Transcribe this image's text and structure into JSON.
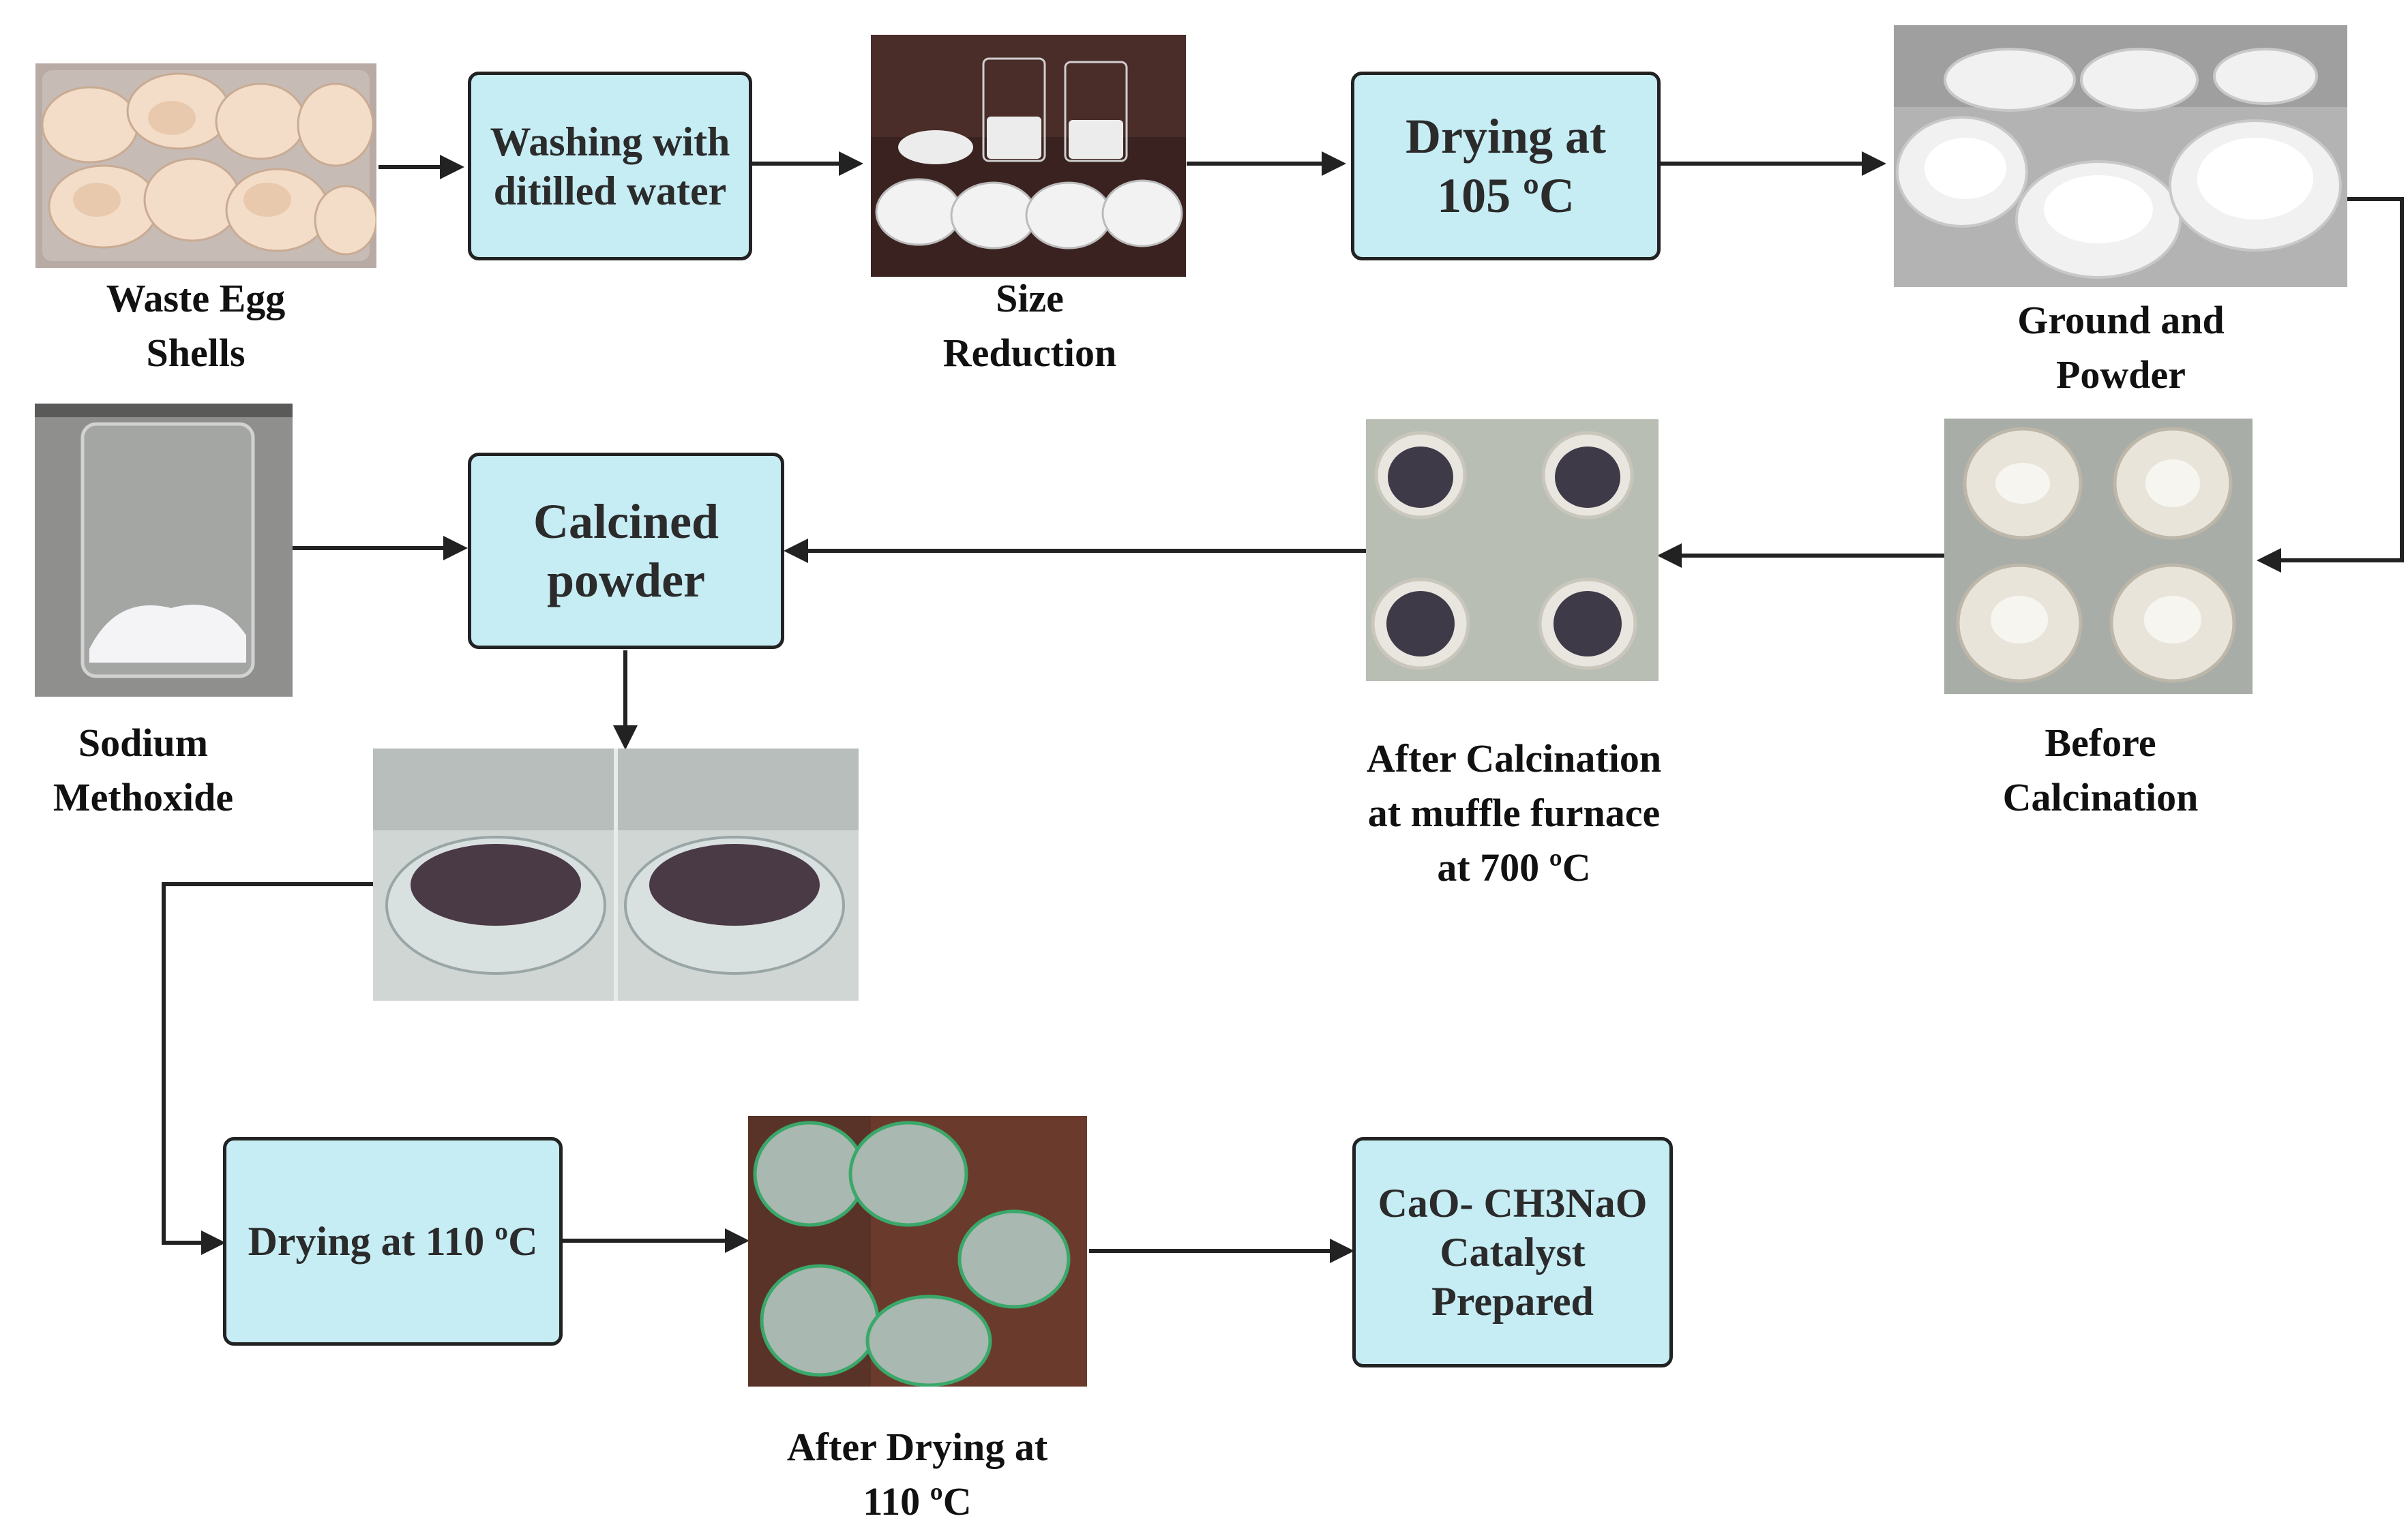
{
  "nodes": {
    "washing": "Washing with ditilled water",
    "drying105": "Drying at 105 ºC",
    "calcined": "Calcined powder",
    "drying110": "Drying at 110 ºC",
    "catalyst": "CaO- CH3NaO Catalyst Prepared"
  },
  "captions": {
    "egg_shells": [
      "Waste Egg",
      "Shells"
    ],
    "size_reduction": [
      "Size",
      "Reduction"
    ],
    "ground_powder": [
      "Ground and",
      "Powder"
    ],
    "before_calcination": [
      "Before",
      "Calcination"
    ],
    "after_calcination": [
      "After Calcination",
      "at muffle furnace",
      "at 700 ºC"
    ],
    "sodium_methoxide": [
      "Sodium",
      "Methoxide"
    ],
    "after_drying": [
      "After Drying at",
      "110 ºC"
    ]
  },
  "colors": {
    "node_fill": "#c6ecf4",
    "node_border": "#222222",
    "arrow": "#222222"
  }
}
